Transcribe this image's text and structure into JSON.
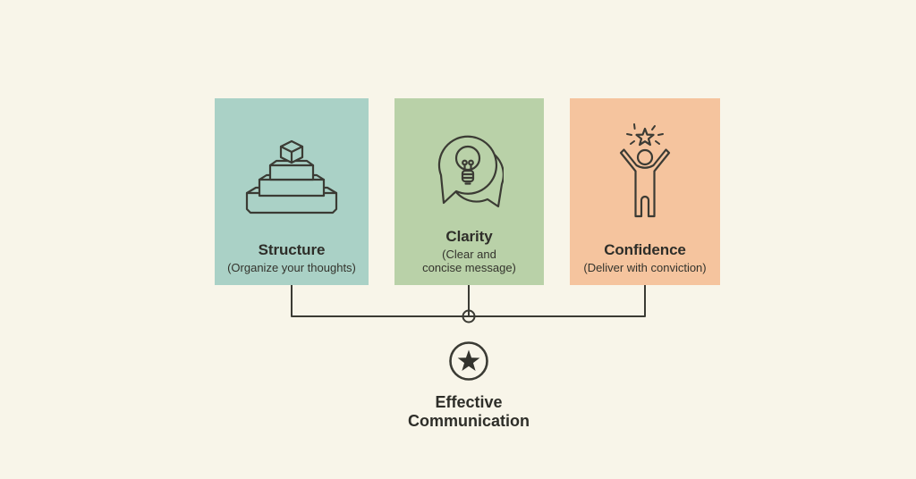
{
  "colors": {
    "background": "#f8f5e9",
    "ink": "#3b3b34",
    "text": "#2e2e29",
    "card_teal": "#aad1c6",
    "card_green": "#b9d1a8",
    "card_orange": "#f5c49e"
  },
  "cards": [
    {
      "id": "structure",
      "title": "Structure",
      "subtitle_lines": [
        "(Organize your thoughts)"
      ],
      "icon": "pyramid-blocks-icon",
      "color": "#aad1c6"
    },
    {
      "id": "clarity",
      "title": "Clarity",
      "subtitle_lines": [
        "(Clear and",
        "concise message)"
      ],
      "icon": "speech-bubble-lightbulb-icon",
      "color": "#b9d1a8"
    },
    {
      "id": "confidence",
      "title": "Confidence",
      "subtitle_lines": [
        "(Deliver with conviction)"
      ],
      "icon": "person-star-icon",
      "color": "#f5c49e"
    }
  ],
  "result": {
    "icon": "star-circle-icon",
    "label_lines": [
      "Effective",
      "Communication"
    ]
  }
}
